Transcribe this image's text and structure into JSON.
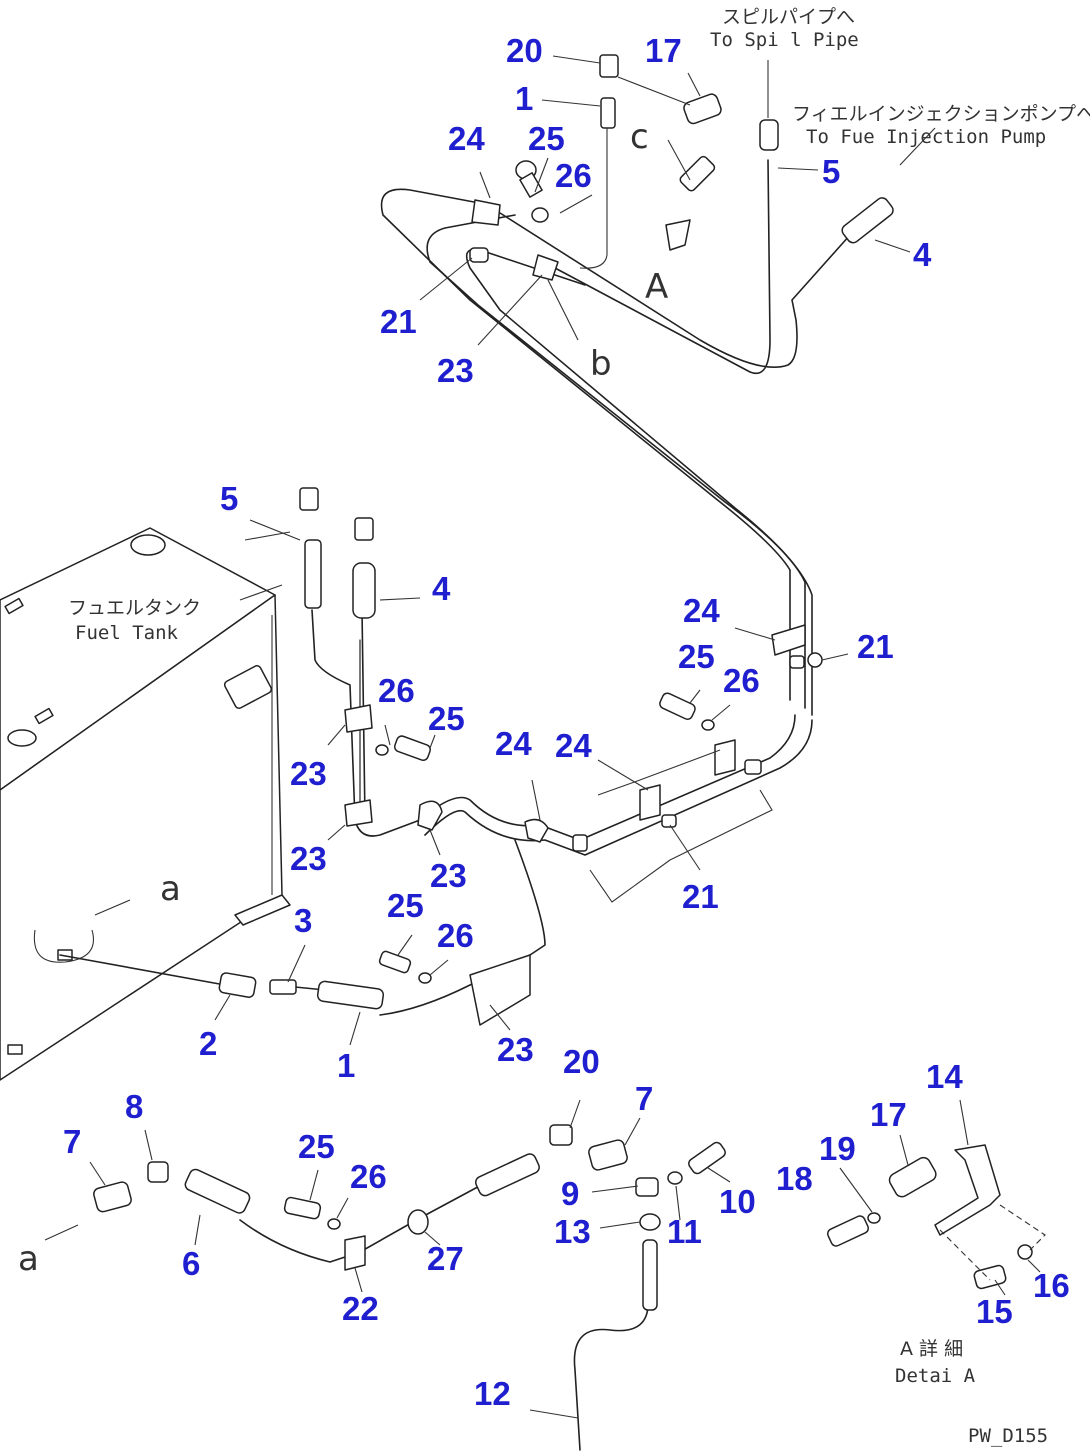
{
  "diagram": {
    "annotations": {
      "spill_jp": "スピルパイプへ",
      "spill_en": "To Spi l Pipe",
      "injection_jp": "フィエルインジェクションポンプへ",
      "injection_en": "To Fue  Injection Pump",
      "tank_jp": "フュエルタンク",
      "tank_en": "Fuel Tank",
      "detail_jp": "A 詳 細",
      "detail_en": "Detai  A",
      "drawing_code": "PW_D155"
    },
    "view_letters": {
      "A": "A",
      "b": "b",
      "c": "c",
      "a_left": "a",
      "a_bottom": "a"
    },
    "callouts": [
      "20",
      "17",
      "1",
      "25",
      "24",
      "26",
      "5",
      "4",
      "21",
      "23",
      "5",
      "4",
      "24",
      "25",
      "26",
      "21",
      "26",
      "25",
      "23",
      "24",
      "24",
      "23",
      "23",
      "21",
      "3",
      "25",
      "26",
      "2",
      "1",
      "23",
      "20",
      "7",
      "8",
      "7",
      "25",
      "26",
      "14",
      "17",
      "19",
      "9",
      "18",
      "10",
      "13",
      "11",
      "6",
      "27",
      "22",
      "16",
      "15",
      "12"
    ]
  }
}
